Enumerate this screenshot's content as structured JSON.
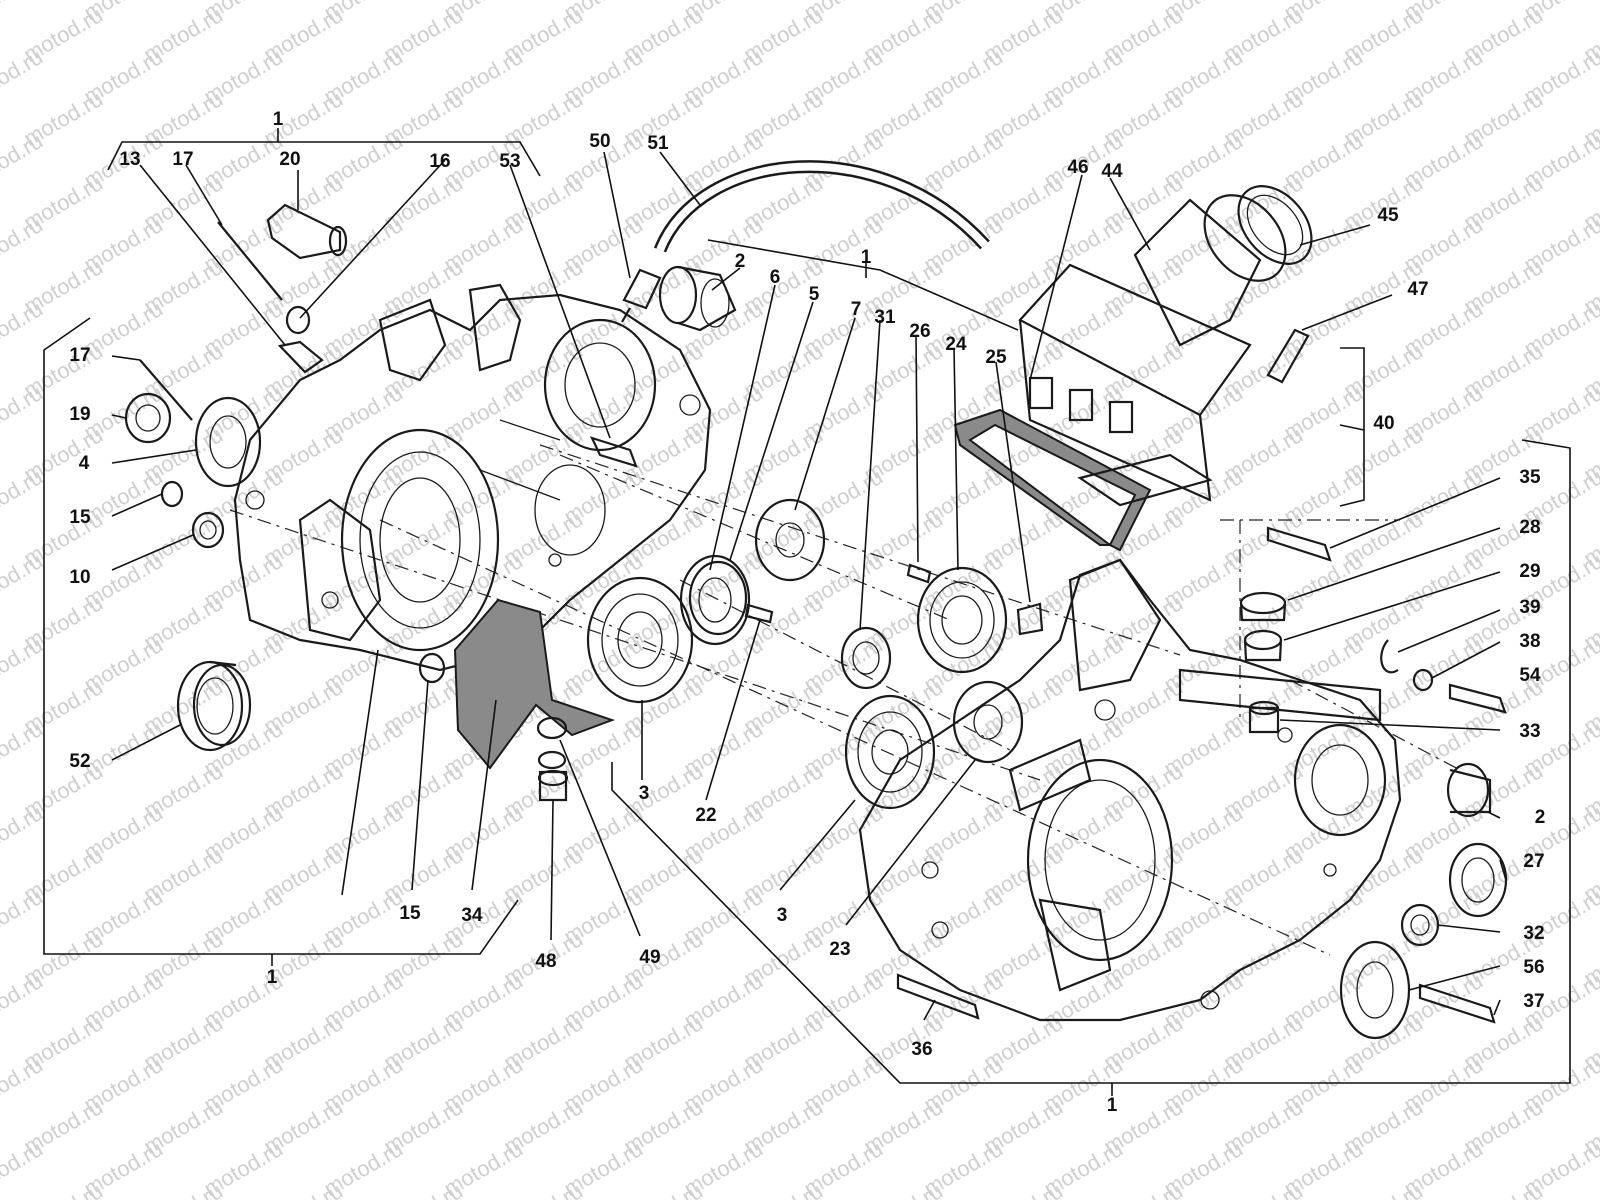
{
  "watermark": "motod.ru",
  "callouts": {
    "c1_top": "1",
    "c1_mid": "1",
    "c1_bl": "1",
    "c1_br": "1",
    "c2a": "2",
    "c2b": "2",
    "c3a": "3",
    "c3b": "3",
    "c4": "4",
    "c5": "5",
    "c6": "6",
    "c7": "7",
    "c10": "10",
    "c13": "13",
    "c15a": "15",
    "c15b": "15",
    "c16": "16",
    "c17a": "17",
    "c17b": "17",
    "c19": "19",
    "c20": "20",
    "c22": "22",
    "c23": "23",
    "c24": "24",
    "c25": "25",
    "c26": "26",
    "c27": "27",
    "c28": "28",
    "c29": "29",
    "c31": "31",
    "c32": "32",
    "c33": "33",
    "c34": "34",
    "c35": "35",
    "c36": "36",
    "c37": "37",
    "c38": "38",
    "c39": "39",
    "c40": "40",
    "c44": "44",
    "c45": "45",
    "c46": "46",
    "c47": "47",
    "c48": "48",
    "c49": "49",
    "c50": "50",
    "c51": "51",
    "c52": "52",
    "c53": "53",
    "c54": "54",
    "c56": "56"
  }
}
